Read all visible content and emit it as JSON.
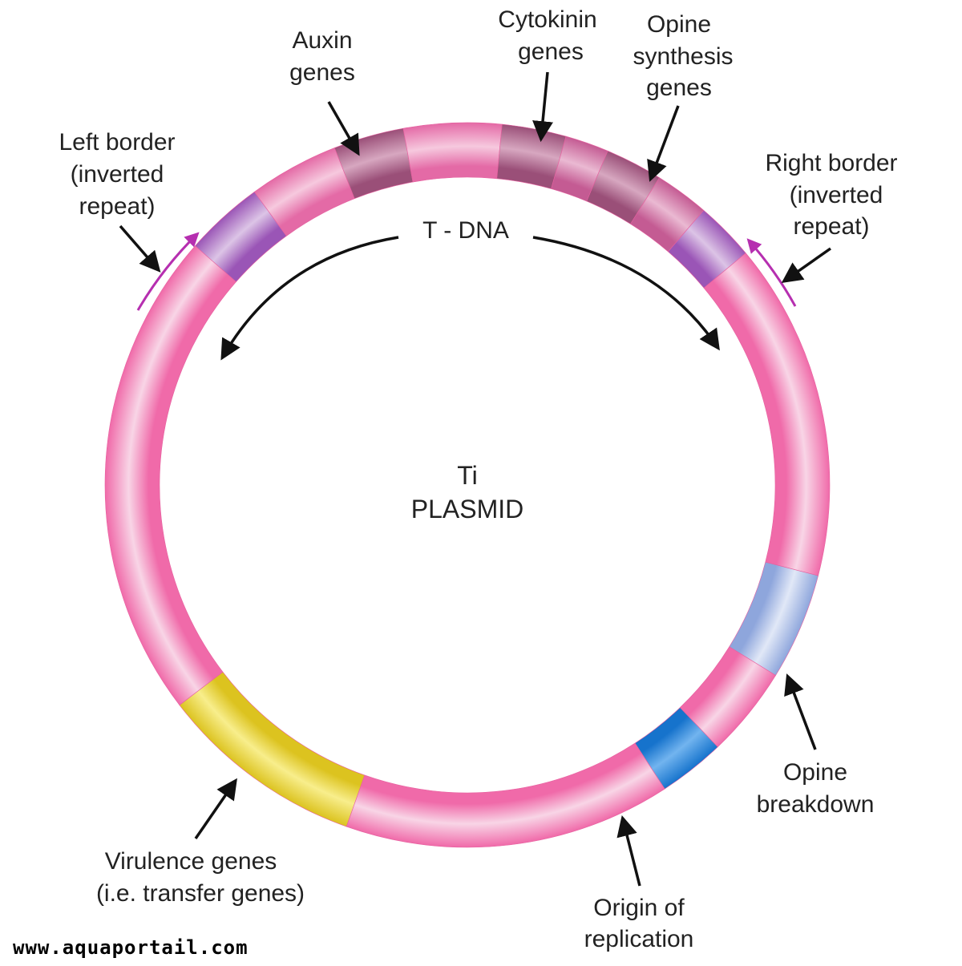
{
  "center_label": {
    "line1": "Ti",
    "line2": "PLASMID"
  },
  "tdna_label": "T - DNA",
  "labels": {
    "auxin": [
      "Auxin",
      "genes"
    ],
    "cytokinin": [
      "Cytokinin",
      "genes"
    ],
    "opine_synthesis": [
      "Opine",
      "synthesis",
      "genes"
    ],
    "left_border": [
      "Left border",
      "(inverted",
      "repeat)"
    ],
    "right_border": [
      "Right border",
      "(inverted",
      "repeat)"
    ],
    "opine_breakdown": [
      "Opine",
      "breakdown"
    ],
    "origin": [
      "Origin of",
      "replication"
    ],
    "virulence": [
      "Virulence genes",
      "(i.e. transfer genes)"
    ]
  },
  "watermark": "www.aquaportail.com",
  "colors": {
    "ring_base": "#f27ab4",
    "ring_inner": "#f9d6e6",
    "auxin": "#b76a92",
    "cytokinin": "#c27ea3",
    "opine_synthesis": "#b46b93",
    "border_regions": "#a667b8",
    "border_arrow": "#b62fb0",
    "opine_breakdown": "#a9bde6",
    "origin": "#2f86d6",
    "virulence": "#e8d43c"
  }
}
